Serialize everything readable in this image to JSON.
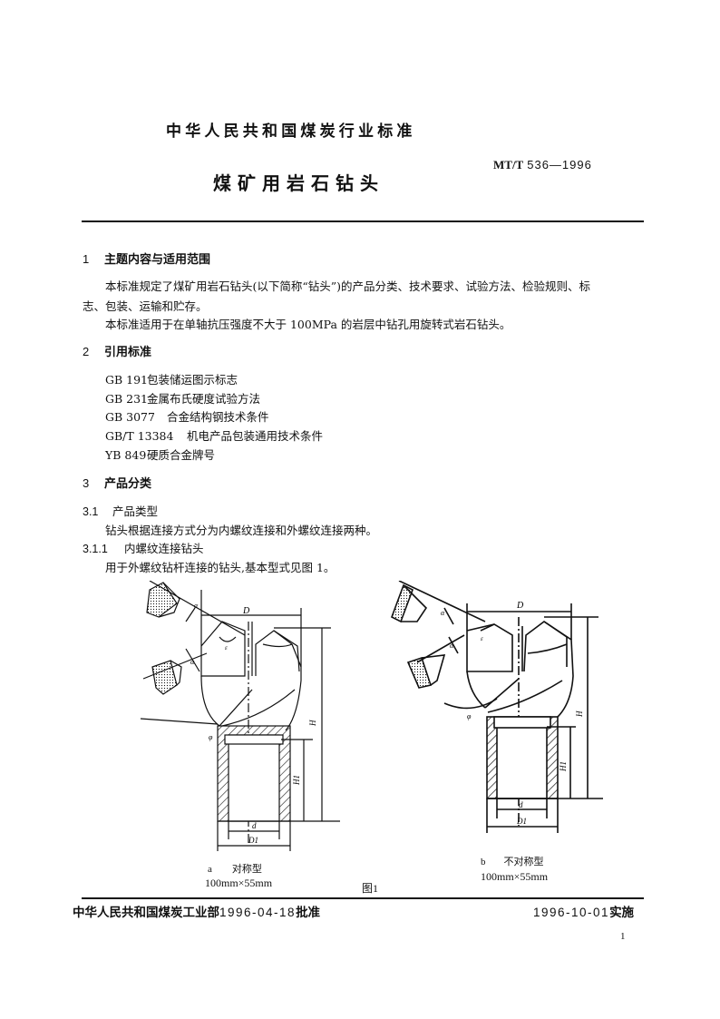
{
  "header": {
    "organization": "中华人民共和国煤炭行业标准",
    "standard_prefix": "MT/T",
    "standard_number": "536—1996",
    "title": "煤矿用岩石钻头"
  },
  "sections": {
    "s1": {
      "number": "1",
      "title": "主题内容与适用范围",
      "paragraphs": [
        "本标准规定了煤矿用岩石钻头(以下简称“钻头”)的产品分类、技术要求、试验方法、检验规则、标",
        "志、包装、运输和贮存。",
        "本标准适用于在单轴抗压强度不大于 100MPa 的岩层中钻孔用旋转式岩石钻头。"
      ]
    },
    "s2": {
      "number": "2",
      "title": "引用标准",
      "references": [
        {
          "code": "GB 191",
          "name": "包装储运图示标志"
        },
        {
          "code": "GB 231",
          "name": "金属布氏硬度试验方法"
        },
        {
          "code": "GB 3077",
          "name": "合金结构钢技术条件"
        },
        {
          "code": "GB/T 13384",
          "name": "机电产品包装通用技术条件"
        },
        {
          "code": "YB 849",
          "name": "硬质合金牌号"
        }
      ]
    },
    "s3": {
      "number": "3",
      "title": "产品分类",
      "s3_1": {
        "number": "3.1",
        "title": "产品类型",
        "text": "钻头根据连接方式分为内螺纹连接和外螺纹连接两种。"
      },
      "s3_1_1": {
        "number": "3.1.1",
        "title": "内螺纹连接钻头",
        "text": "用于外螺纹钻杆连接的钻头,基本型式见图 1。"
      }
    }
  },
  "figure": {
    "caption": "图1",
    "labels": {
      "D": "D",
      "H": "H",
      "H1": "H1",
      "d": "d",
      "D1": "D1",
      "alpha": "α",
      "epsilon": "ε",
      "phi": "φ"
    },
    "panels": [
      {
        "letter": "a",
        "name": "对称型",
        "size": "100mm×55mm"
      },
      {
        "letter": "b",
        "name": "不对称型",
        "size": "100mm×55mm"
      }
    ]
  },
  "footer": {
    "approval_org": "中华人民共和国煤炭工业部",
    "approval_date": "1996-04-18",
    "approval_suffix": "批准",
    "effective_date": "1996-10-01",
    "effective_suffix": "实施",
    "page_number": "1"
  }
}
